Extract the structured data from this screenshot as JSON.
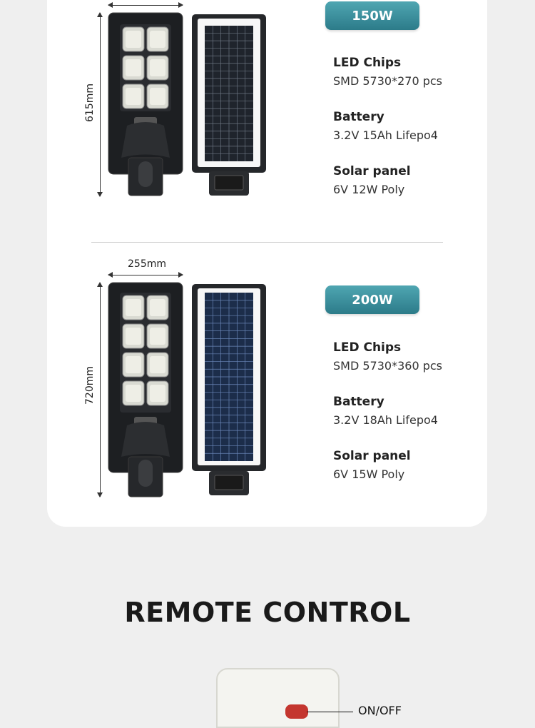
{
  "products": [
    {
      "wattage": "150W",
      "height_label": "615mm",
      "width_label": "",
      "led_rows": 3,
      "specs": [
        {
          "title": "LED Chips",
          "value": "SMD 5730*270 pcs"
        },
        {
          "title": "Battery",
          "value": "3.2V 15Ah Lifepo4"
        },
        {
          "title": "Solar panel",
          "value": "6V 12W Poly"
        }
      ]
    },
    {
      "wattage": "200W",
      "height_label": "720mm",
      "width_label": "255mm",
      "led_rows": 4,
      "specs": [
        {
          "title": "LED Chips",
          "value": "SMD 5730*360 pcs"
        },
        {
          "title": "Battery",
          "value": "3.2V 18Ah Lifepo4"
        },
        {
          "title": "Solar panel",
          "value": "6V 15W Poly"
        }
      ]
    }
  ],
  "section_heading": "REMOTE CONTROL",
  "remote": {
    "callout": "ON/OFF"
  },
  "colors": {
    "badge": "#3b8e9c",
    "card": "#ffffff",
    "background": "#efefef",
    "remote_button": "#c4362f"
  }
}
